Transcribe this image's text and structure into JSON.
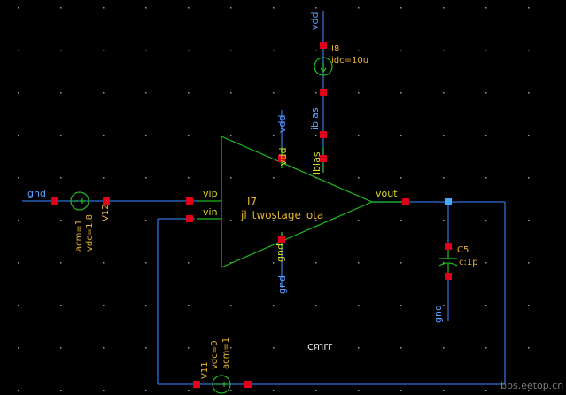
{
  "colors": {
    "background": "#000000",
    "wire": "#2f6fd6",
    "symbol": "#1fb91f",
    "pin": "#e0001a",
    "net_label": "#5aa0ff",
    "instance_label": "#e8b430",
    "terminal_label": "#d8d829",
    "node": "#46aaff",
    "grid_dot": "#9a9a9a"
  },
  "opamp": {
    "instance_name": "I7",
    "cell_name": "jl_twostage_ota",
    "pins": {
      "vip": "vip",
      "vin": "vin",
      "vout": "vout",
      "vdd": "vdd",
      "ibias": "ibias",
      "gnd": "gnd"
    }
  },
  "current_source": {
    "name": "I8",
    "param": "idc=10u"
  },
  "source_v12": {
    "name": "V12",
    "params": [
      "acm=1",
      "vdc=1.8"
    ]
  },
  "source_v11": {
    "name": "V11",
    "params": [
      "vdc=0",
      "acm=1"
    ]
  },
  "capacitor": {
    "name": "C5",
    "param": "c:1p"
  },
  "nets": {
    "vdd_top": "vdd",
    "ibias": "ibias",
    "vdd_opamp": "vdd",
    "gnd_left": "gnd",
    "gnd_opamp": "gnd",
    "gnd_cap": "gnd"
  },
  "annotation": "cmrr",
  "watermark": "bbs.eetop.cn"
}
